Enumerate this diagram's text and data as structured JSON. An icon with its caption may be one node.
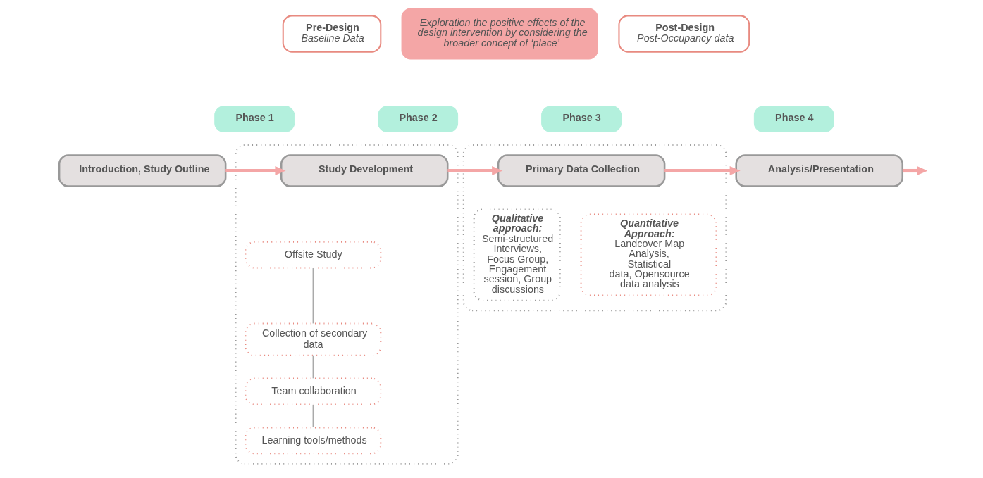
{
  "diagram": {
    "nodes": [
      {
        "text": [
          "Pre-Design",
          "Baseline Data"
        ]
      },
      {
        "text": [
          "Exploration the positive effects of the design intervention by considering the broader concept of ‘place’"
        ]
      },
      {
        "text": [
          "Post-Design",
          "Post-Occupancy data"
        ]
      },
      {
        "text": [
          "Phase 1"
        ]
      },
      {
        "text": [
          "Phase 2"
        ]
      },
      {
        "text": [
          "Phase 3"
        ]
      },
      {
        "text": [
          "Phase 4"
        ]
      },
      {
        "text": [
          "Introduction, Study Outline"
        ]
      },
      {
        "text": [],
        "shape": "box"
      },
      {
        "text": [
          "Study Development"
        ],
        "in": 8
      },
      {
        "text": [
          "Offsite Study"
        ],
        "in": 8
      },
      {
        "text": [
          "Collection of secondary data"
        ],
        "in": 8
      },
      {
        "text": [
          "Team collaboration"
        ],
        "in": 8
      },
      {
        "text": [
          "Learning tools/methods"
        ],
        "in": 8
      },
      {
        "text": [],
        "shape": "box"
      },
      {
        "text": [
          "Primary Data Collection"
        ],
        "in": 14
      },
      {
        "text": [
          "Qualitative approach:",
          "Semi-structured Interviews, Focus Group, Engagement session, Group discussions"
        ],
        "in": 14
      },
      {
        "text": [
          "Quantitative Approach:",
          "Landcover Map Analysis, Statistical data, Opensource data analysis"
        ],
        "in": 14
      },
      {
        "text": [
          "Analysis/Presentation"
        ]
      }
    ],
    "edges": [
      {
        "from": 7,
        "to": 9,
        "arrow": "to"
      },
      {
        "from": 9,
        "to": 15,
        "arrow": "to"
      },
      {
        "from": 15,
        "to": 18,
        "arrow": "to"
      },
      {
        "from": 18,
        "to": null,
        "arrow": "to"
      },
      {
        "from": 10,
        "to": 11,
        "arrow": "none",
        "color": "#aaaaaa"
      },
      {
        "from": 11,
        "to": 12,
        "arrow": "none",
        "color": "#aaaaaa"
      },
      {
        "from": 12,
        "to": 13,
        "arrow": "none",
        "color": "#aaaaaa"
      }
    ]
  }
}
